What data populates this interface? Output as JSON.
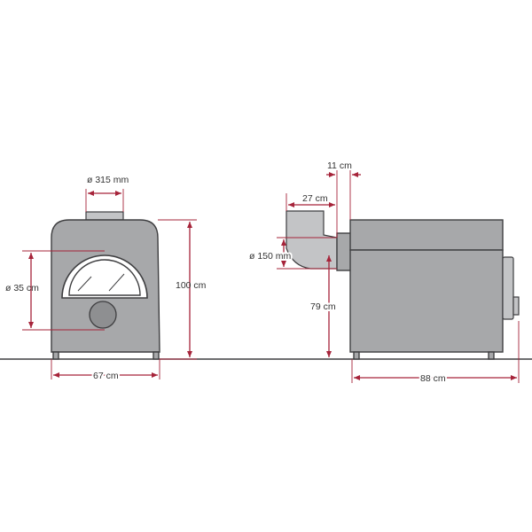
{
  "front_view": {
    "flue_diameter": "ø 315 mm",
    "height": "100 cm",
    "door_diameter": "ø 35 cm",
    "width": "67 cm"
  },
  "side_view": {
    "flue_offset_top": "11 cm",
    "flue_offset": "27 cm",
    "flue_inlet_diameter": "ø 150 mm",
    "flue_height": "79 cm",
    "depth": "88 cm"
  },
  "colors": {
    "body": "#a7a8aa",
    "outline": "#3e3e40",
    "dimension": "#a6243a"
  }
}
